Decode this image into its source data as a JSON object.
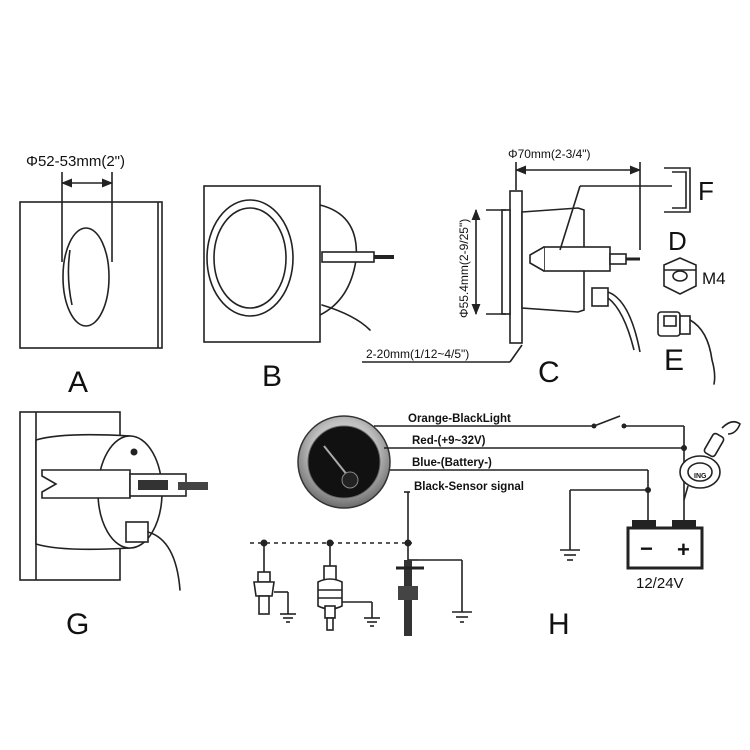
{
  "panels": {
    "A": {
      "letter": "A",
      "dimension": "Φ52-53mm(2\")"
    },
    "B": {
      "letter": "B"
    },
    "C": {
      "letter": "C",
      "dim_top": "Φ70mm(2-3/4\")",
      "dim_side": "Φ55.4mm(2-9/25\")",
      "dim_bottom": "2-20mm(1/12~4/5\")"
    },
    "D": {
      "letter": "D",
      "part_label": "M4"
    },
    "E": {
      "letter": "E"
    },
    "F": {
      "letter": "F"
    },
    "G": {
      "letter": "G"
    },
    "H": {
      "letter": "H",
      "wires": [
        "Orange-BlackLight",
        "Red-(+9~32V)",
        "Blue-(Battery-)",
        "Black-Sensor signal"
      ],
      "battery_label": "12/24V",
      "battery_minus": "−",
      "battery_plus": "+",
      "ignition_label": "ING"
    }
  }
}
